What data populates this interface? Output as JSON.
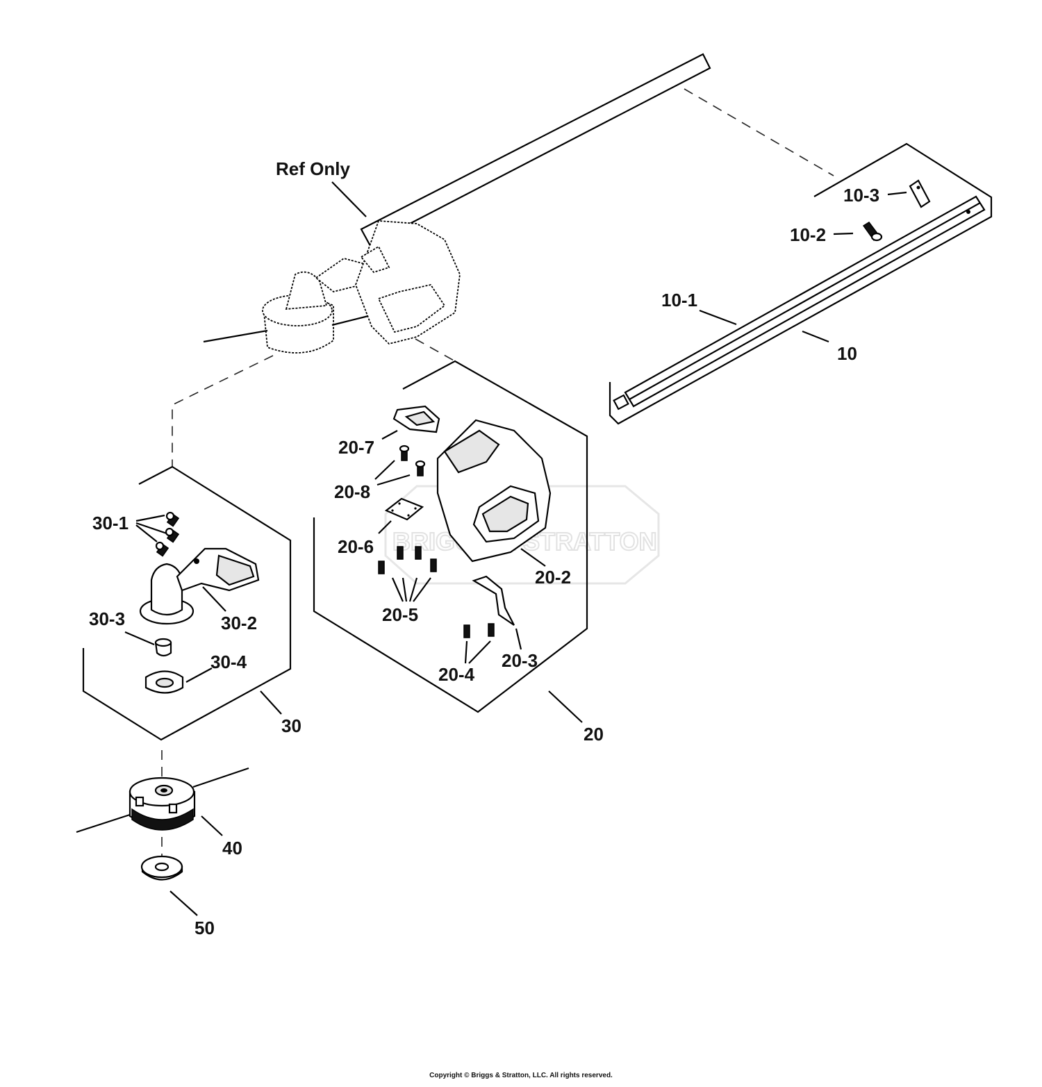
{
  "labels": {
    "ref_only": "Ref Only",
    "p10": "10",
    "p10_1": "10-1",
    "p10_2": "10-2",
    "p10_3": "10-3",
    "p20": "20",
    "p20_2": "20-2",
    "p20_3": "20-3",
    "p20_4": "20-4",
    "p20_5": "20-5",
    "p20_6": "20-6",
    "p20_7": "20-7",
    "p20_8": "20-8",
    "p30": "30",
    "p30_1": "30-1",
    "p30_2": "30-2",
    "p30_3": "30-3",
    "p30_4": "30-4",
    "p40": "40",
    "p50": "50"
  },
  "watermark": "BRIGGS & STRATTON",
  "copyright": "Copyright © Briggs & Stratton, LLC. All rights reserved."
}
